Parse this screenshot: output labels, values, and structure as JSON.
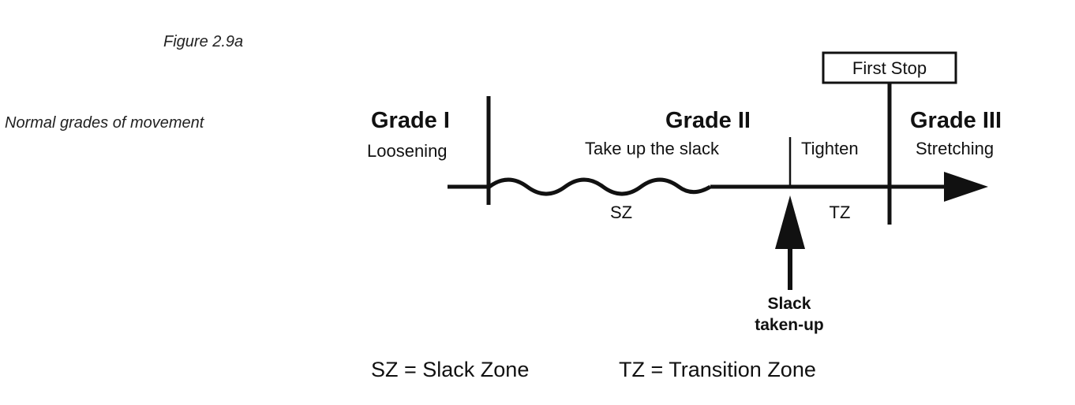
{
  "figure": {
    "label": "Figure 2.9a",
    "caption": "Normal grades of movement"
  },
  "grades": [
    {
      "title": "Grade I",
      "subtitle": "Loosening"
    },
    {
      "title": "Grade II",
      "subtitle": "Take up the slack"
    },
    {
      "title": "Grade III",
      "subtitle": "Stretching"
    }
  ],
  "tighten_label": "Tighten",
  "first_stop_label": "First Stop",
  "zones": {
    "slack_abbr": "SZ",
    "transition_abbr": "TZ"
  },
  "slack_marker": {
    "line1": "Slack",
    "line2": "taken-up"
  },
  "legend": {
    "slack": "SZ = Slack Zone",
    "transition": "TZ = Transition Zone"
  }
}
